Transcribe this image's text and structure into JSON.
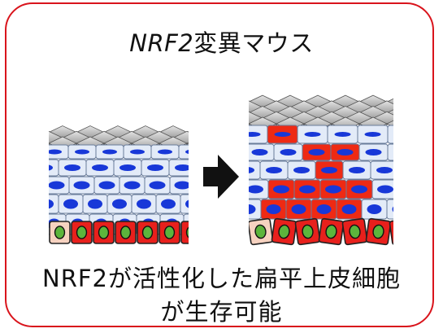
{
  "title": {
    "italic_part": "NRF2",
    "rest": "変異マウス"
  },
  "caption": {
    "line1": "NRF2が活性化した扁平上皮細胞",
    "line2": "が生存可能"
  },
  "colors": {
    "frame": "#d9141c",
    "nucleus": "#1838d8",
    "basal_cell": "#e8201c",
    "activated_cell": "#ee2a14",
    "basal_nucleus": "#5cb53c",
    "pale_cell": "#f6d2c0",
    "keratin_top": "#d8d8d8",
    "keratin_bottom": "#a8a8a8",
    "arrow": "#111111"
  },
  "icons": {
    "arrow": "right-arrow-icon"
  }
}
